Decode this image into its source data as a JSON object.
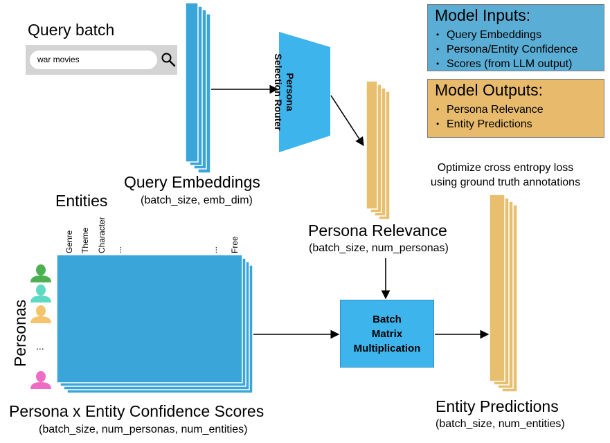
{
  "query_batch": {
    "title": "Query batch",
    "search_value": "war movies",
    "search_icon": "magnifier-icon"
  },
  "query_embeddings": {
    "label": "Query Embeddings",
    "shape": "(batch_size, emb_dim)"
  },
  "router": {
    "label_line1": "Persona",
    "label_line2": "Selection Router"
  },
  "persona_relevance": {
    "label": "Persona Relevance",
    "shape": "(batch_size, num_personas)"
  },
  "entities": {
    "label": "Entities",
    "columns": [
      "Genre",
      "Theme",
      "Character",
      "...",
      "...",
      "Free"
    ]
  },
  "personas": {
    "label": "Personas",
    "ellipsis": "...",
    "avatar_colors": [
      "#4caf50",
      "#5dd9c4",
      "#f5c36b",
      "#f06bc4"
    ]
  },
  "confidence_scores": {
    "label": "Persona x Entity Confidence Scores",
    "shape": "(batch_size, num_personas, num_entities)"
  },
  "bmm": {
    "line1": "Batch",
    "line2": "Matrix",
    "line3": "Multiplication"
  },
  "loss_note": {
    "line1": "Optimize cross entropy loss",
    "line2": "using ground truth annotations"
  },
  "entity_predictions": {
    "label": "Entity Predictions",
    "shape": "(batch_size, num_entities)"
  },
  "model_inputs": {
    "title": "Model Inputs:",
    "items": [
      "Query Embeddings",
      "Persona/Entity Confidence",
      "Scores (from LLM output)"
    ],
    "color": "#5aadd4"
  },
  "model_outputs": {
    "title": "Model Outputs:",
    "items": [
      "Persona Relevance",
      "Entity Predictions"
    ],
    "color": "#e8bb6c"
  },
  "colors": {
    "blue": "#3aa5d8",
    "router_blue": "#3db4ec",
    "orange": "#e8bf6e"
  }
}
